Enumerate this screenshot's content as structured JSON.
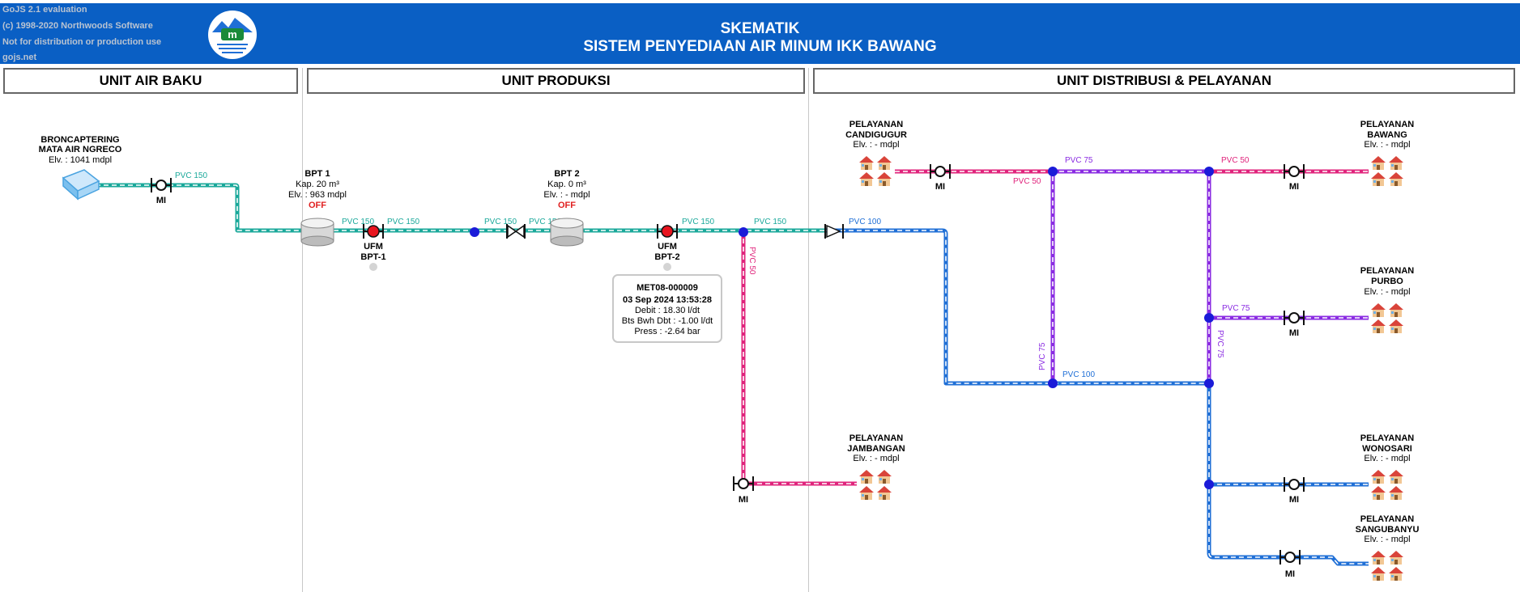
{
  "evaluation": {
    "line1": "GoJS 2.1 evaluation",
    "line2": "(c) 1998-2020 Northwoods Software",
    "line3": "Not for distribution or production use",
    "line4": "gojs.net"
  },
  "header": {
    "title_line1": "SKEMATIK",
    "title_line2": "SISTEM PENYEDIAAN AIR MINUM IKK BAWANG",
    "bg_color": "#0a5fc4"
  },
  "sections": {
    "air_baku": "UNIT AIR BAKU",
    "produksi": "UNIT PRODUKSI",
    "distribusi": "UNIT DISTRIBUSI & PELAYANAN"
  },
  "colors": {
    "teal": "#1aa89a",
    "blue": "#1f6fd6",
    "magenta": "#e0247c",
    "purple": "#8a2be2",
    "node": "#1b1bd8",
    "off": "#e02020"
  },
  "source": {
    "name_line1": "BRONCAPTERING",
    "name_line2": "MATA AIR NGRECO",
    "elv": "Elv. : 1041 mdpl"
  },
  "bpt1": {
    "name": "BPT 1",
    "kap": "Kap. 20 m³",
    "elv": "Elv. : 963 mdpl",
    "status": "OFF"
  },
  "bpt2": {
    "name": "BPT 2",
    "kap": "Kap. 0  m³",
    "elv": "Elv. : - mdpl",
    "status": "OFF"
  },
  "ufm1": {
    "line1": "UFM",
    "line2": "BPT-1"
  },
  "ufm2": {
    "line1": "UFM",
    "line2": "BPT-2"
  },
  "meter_label": "MI",
  "tooltip": {
    "id": "MET08-000009",
    "datetime": "03 Sep 2024 13:53:28",
    "debit": "Debit : 18.30 l/dt",
    "bts": "Bts Bwh Dbt : -1.00 l/dt",
    "press": "Press : -2.64 bar"
  },
  "pipes": {
    "pvc150": "PVC 150",
    "pvc100": "PVC 100",
    "pvc75": "PVC 75",
    "pvc50": "PVC 50"
  },
  "services": {
    "candigugur": {
      "line1": "PELAYANAN",
      "line2": "CANDIGUGUR",
      "elv": "Elv. : - mdpl"
    },
    "bawang": {
      "line1": "PELAYANAN",
      "line2": "BAWANG",
      "elv": "Elv. : - mdpl"
    },
    "purbo": {
      "line1": "PELAYANAN",
      "line2": "PURBO",
      "elv": "Elv. : - mdpl"
    },
    "jambangan": {
      "line1": "PELAYANAN",
      "line2": "JAMBANGAN",
      "elv": "Elv. : - mdpl"
    },
    "wonosari": {
      "line1": "PELAYANAN",
      "line2": "WONOSARI",
      "elv": "Elv. : - mdpl"
    },
    "sangubanyu": {
      "line1": "PELAYANAN",
      "line2": "SANGUBANYU",
      "elv": "Elv. : - mdpl"
    }
  }
}
